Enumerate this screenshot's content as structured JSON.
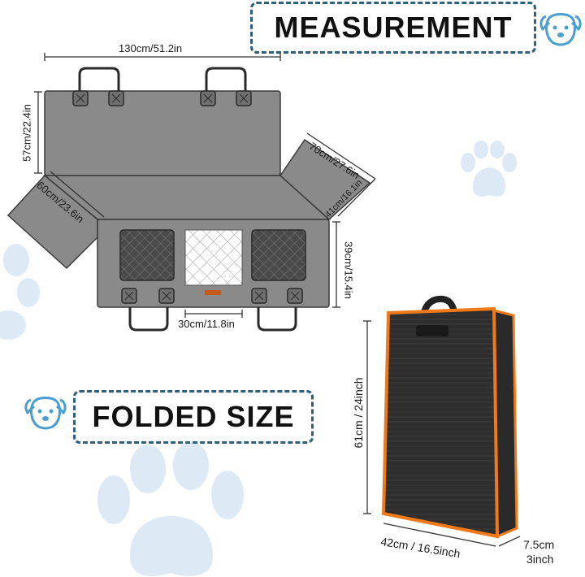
{
  "headings": {
    "measurement": "MEASUREMENT",
    "folded_size": "FOLDED SIZE"
  },
  "dimensions": {
    "total_width": "130cm/51.2in",
    "back_height": "57cm/22.4in",
    "side_flap_length": "70cm/27.6in",
    "side_flap_width": "41cm/16.1in",
    "left_flap": "60cm/23.6in",
    "seat_depth": "39cm/15.4in",
    "window_width": "30cm/11.8in",
    "folded_height": "61cm / 24inch",
    "folded_width": "42cm / 16.5inch",
    "folded_depth_cm": "7.5cm",
    "folded_depth_in": "3inch"
  },
  "colors": {
    "accent_blue": "#2f5f7a",
    "dog_icon_blue": "#4a9fd0",
    "paw_light": "#dde9f4",
    "cover_grey": "#8a8a8a",
    "bag_orange": "#f07a1a"
  },
  "icons": [
    "dog-face-icon",
    "paw-print-icon"
  ]
}
